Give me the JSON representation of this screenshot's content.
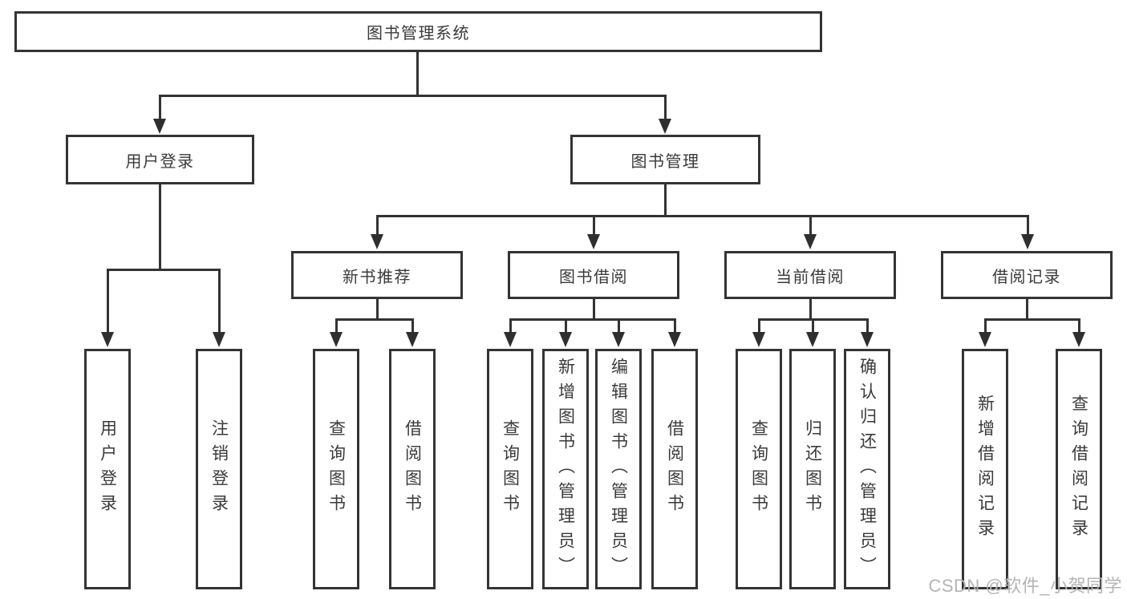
{
  "tree": {
    "root": {
      "label": "图书管理系统"
    },
    "branches": [
      {
        "label": "用户登录",
        "children": [
          {
            "label": "用户登录"
          },
          {
            "label": "注销登录"
          }
        ]
      },
      {
        "label": "图书管理",
        "children": [
          {
            "label": "新书推荐",
            "children": [
              {
                "label": "查询图书"
              },
              {
                "label": "借阅图书"
              }
            ]
          },
          {
            "label": "图书借阅",
            "children": [
              {
                "label": "查询图书"
              },
              {
                "label": "新增图书（管理员）"
              },
              {
                "label": "编辑图书（管理员）"
              },
              {
                "label": "借阅图书"
              }
            ]
          },
          {
            "label": "当前借阅",
            "children": [
              {
                "label": "查询图书"
              },
              {
                "label": "归还图书"
              },
              {
                "label": "确认归还（管理员）"
              }
            ]
          },
          {
            "label": "借阅记录",
            "children": [
              {
                "label": "新增借阅记录"
              },
              {
                "label": "查询借阅记录"
              }
            ]
          }
        ]
      }
    ]
  },
  "watermark": {
    "text": "CSDN @软件_小贺同学"
  },
  "colors": {
    "line": "#333333",
    "box_border": "#343434",
    "watermark": "#b4b4b4"
  }
}
